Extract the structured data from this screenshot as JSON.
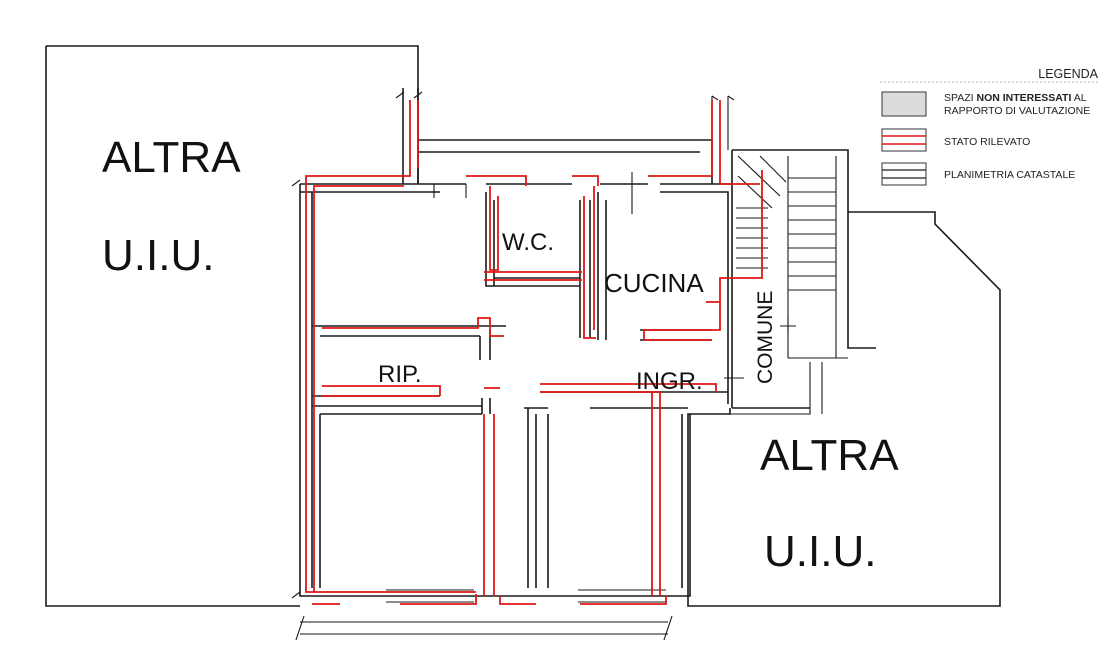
{
  "labels": {
    "altra_left_line1": "ALTRA",
    "altra_left_line2": "U.I.U.",
    "altra_right_line1": "ALTRA",
    "altra_right_line2": "U.I.U.",
    "wc": "W.C.",
    "cucina": "CUCINA",
    "rip": "RIP.",
    "ingr": "INGR.",
    "comune": "COMUNE"
  },
  "legend": {
    "title": "LEGENDA",
    "items": [
      {
        "line1_pre": "SPAZI ",
        "line1_bold": "NON INTERESSATI",
        "line1_post": " AL",
        "line2": "RAPPORTO DI VALUTAZIONE",
        "swatch": "grey-fill"
      },
      {
        "line1_pre": "STATO RILEVATO",
        "line1_bold": "",
        "line1_post": "",
        "line2": "",
        "swatch": "red-lines"
      },
      {
        "line1_pre": "PLANIMETRIA CATASTALE",
        "line1_bold": "",
        "line1_post": "",
        "line2": "",
        "swatch": "black-lines"
      }
    ]
  },
  "colors": {
    "surveyed_state": "#e01818",
    "cadastral_plan": "#1a1a1a",
    "excluded_fill": "#dcdcdc"
  }
}
